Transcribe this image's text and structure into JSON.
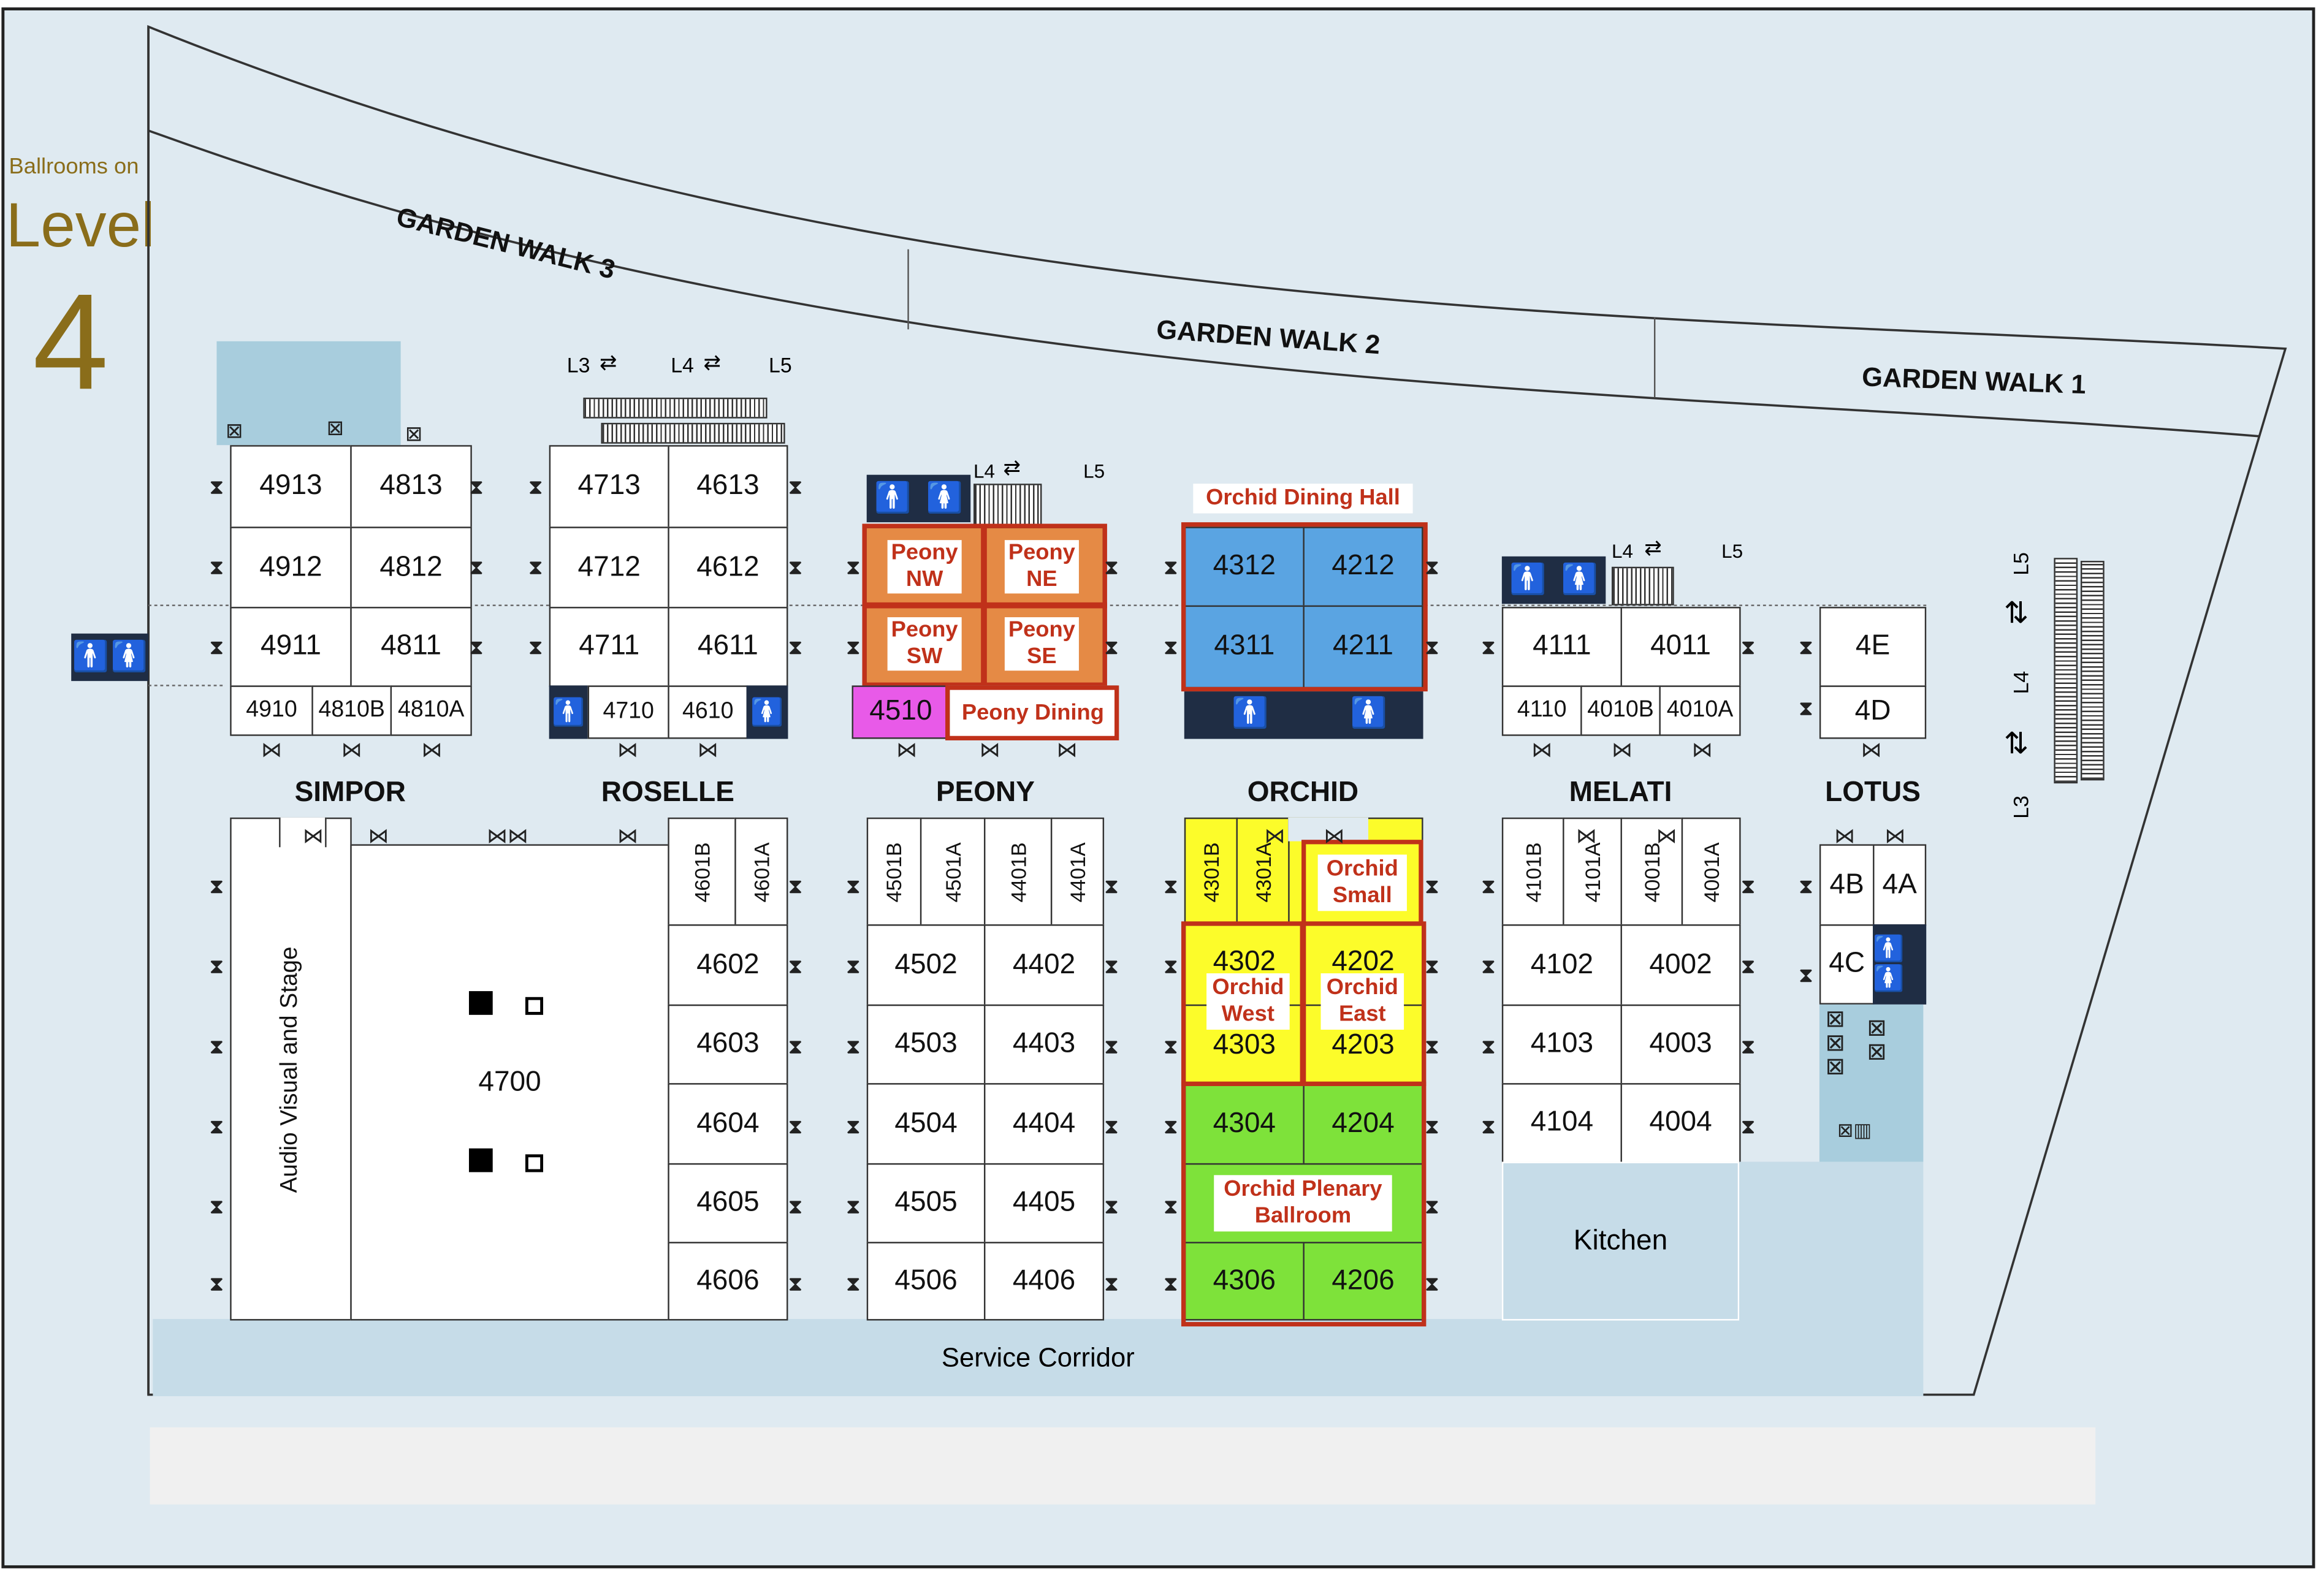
{
  "header": {
    "line1": "Ballrooms on",
    "line2": "Level",
    "level": "4"
  },
  "walks": {
    "w3": "GARDEN WALK 3",
    "w2": "GARDEN WALK 2",
    "w1": "GARDEN WALK 1"
  },
  "sections": {
    "simpor": "SIMPOR",
    "roselle": "ROSELLE",
    "peony": "PEONY",
    "orchid": "ORCHID",
    "melati": "MELATI",
    "lotus": "LOTUS"
  },
  "rooms": {
    "r4913": "4913",
    "r4813": "4813",
    "r4912": "4912",
    "r4812": "4812",
    "r4911": "4911",
    "r4811": "4811",
    "r4910": "4910",
    "r4810B": "4810B",
    "r4810A": "4810A",
    "r4713": "4713",
    "r4613": "4613",
    "r4712": "4712",
    "r4612": "4612",
    "r4711": "4711",
    "r4611": "4611",
    "r4710": "4710",
    "r4610": "4610",
    "r4510": "4510",
    "r4312": "4312",
    "r4212": "4212",
    "r4311": "4311",
    "r4211": "4211",
    "r4111": "4111",
    "r4011": "4011",
    "r4110": "4110",
    "r4010B": "4010B",
    "r4010A": "4010A",
    "r4E": "4E",
    "r4D": "4D",
    "r4700": "4700",
    "av": "Audio Visual and Stage",
    "r4601B": "4601B",
    "r4601A": "4601A",
    "r4602": "4602",
    "r4603": "4603",
    "r4604": "4604",
    "r4605": "4605",
    "r4606": "4606",
    "r4501B": "4501B",
    "r4501A": "4501A",
    "r4401B": "4401B",
    "r4401A": "4401A",
    "r4502": "4502",
    "r4402": "4402",
    "r4503": "4503",
    "r4403": "4403",
    "r4504": "4504",
    "r4404": "4404",
    "r4505": "4505",
    "r4405": "4405",
    "r4506": "4506",
    "r4406": "4406",
    "r4301B": "4301B",
    "r4301A": "4301A",
    "r4302": "4302",
    "r4202": "4202",
    "r4303": "4303",
    "r4203": "4203",
    "r4304": "4304",
    "r4204": "4204",
    "r4306": "4306",
    "r4206": "4206",
    "r4101B": "4101B",
    "r4101A": "4101A",
    "r4001B": "4001B",
    "r4001A": "4001A",
    "r4102": "4102",
    "r4002": "4002",
    "r4103": "4103",
    "r4003": "4003",
    "r4104": "4104",
    "r4004": "4004",
    "r4B": "4B",
    "r4A": "4A",
    "r4C": "4C",
    "kitchen": "Kitchen",
    "corridor": "Service Corridor"
  },
  "labels": {
    "peony_nw": "Peony NW",
    "peony_ne": "Peony NE",
    "peony_sw": "Peony SW",
    "peony_se": "Peony SE",
    "peony_dining": "Peony Dining",
    "orchid_dining": "Orchid Dining Hall",
    "orchid_small": "Orchid Small",
    "orchid_west": "Orchid West",
    "orchid_east": "Orchid East",
    "orchid_plenary": "Orchid Plenary Ballroom"
  },
  "escalators": {
    "l3": "L3",
    "l4": "L4",
    "l5": "L5"
  },
  "colors": {
    "orange": "#e58a45",
    "blue": "#5aa4e2",
    "yellow": "#fcfc2a",
    "green": "#7ee23a",
    "magenta": "#e85ae8",
    "red": "#c0311a",
    "navy": "#1f2d44",
    "service": "#c6dce8"
  },
  "icons": {
    "restroom": "restroom-icon",
    "escalator": "escalator-icon",
    "door": "door-icon",
    "elevator": "elevator-icon"
  }
}
